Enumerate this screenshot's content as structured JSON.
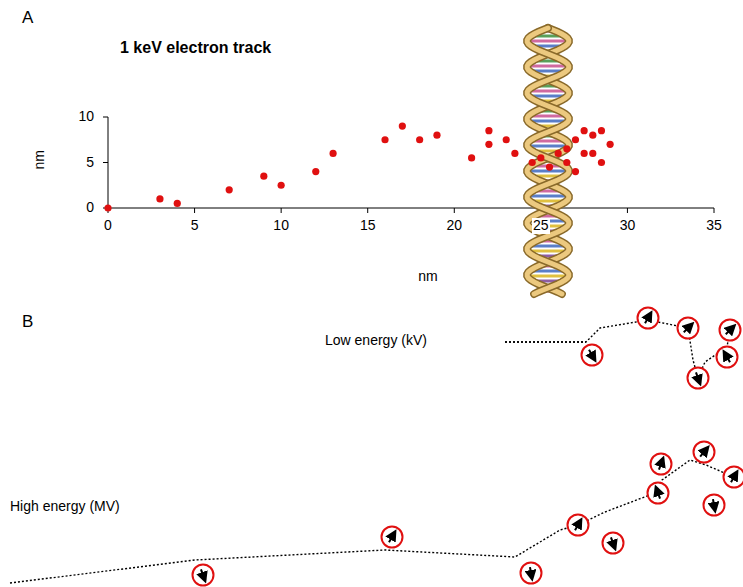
{
  "diagram": {
    "labels": [
      "A",
      "1 keV electron track",
      "10",
      "5",
      "0",
      "0",
      "5",
      "10",
      "15",
      "20",
      "25",
      "30",
      "35",
      "nm",
      "nm",
      "B",
      "Low energy (kV)",
      "High energy (MV)"
    ]
  }
}
